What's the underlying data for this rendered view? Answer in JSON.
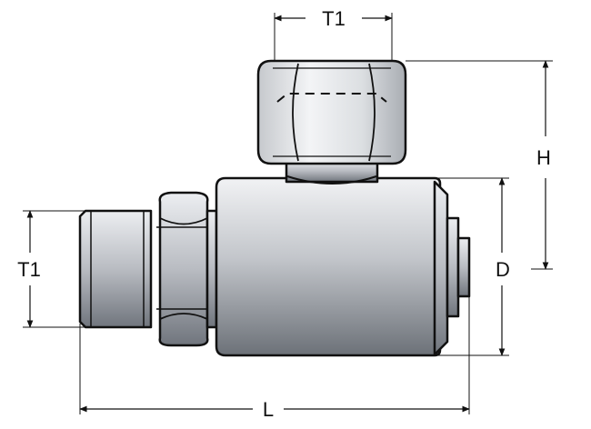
{
  "labels": {
    "top_thread": "T1",
    "left_thread": "T1",
    "height": "H",
    "diameter": "D",
    "length": "L"
  },
  "colors": {
    "line": "#111111",
    "metal_light": "#f2f3f5",
    "metal_mid": "#c9ccd1",
    "metal_dark": "#6f747c"
  }
}
